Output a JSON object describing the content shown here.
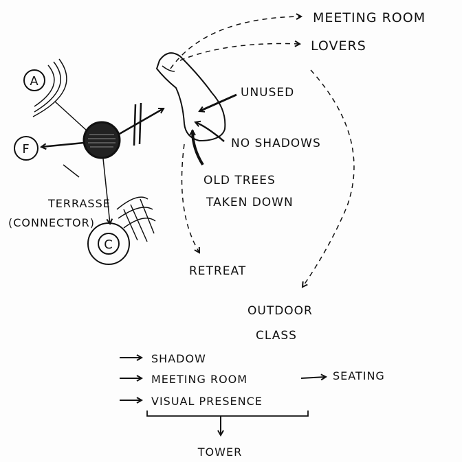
{
  "labels": {
    "meeting_room_top": "MEETING ROOM",
    "lovers": "LOVERS",
    "unused": "UNUSED",
    "no_shadows": "NO SHADOWS",
    "old_trees_1": "OLD TREES",
    "old_trees_2": "TAKEN DOWN",
    "retreat": "RETREAT",
    "outdoor_1": "OUTDOOR",
    "outdoor_2": "CLASS",
    "terrasse": "TERRASSE",
    "connector": "(CONNECTOR)",
    "node_a": "A",
    "node_f": "F",
    "node_c": "C"
  },
  "list": {
    "shadow": "SHADOW",
    "meeting_room": "MEETING ROOM",
    "seating": "SEATING",
    "visual_presence": "VISUAL PRESENCE",
    "tower": "TOWER"
  },
  "colors": {
    "ink": "#111111",
    "paper": "#fdfdfd"
  }
}
